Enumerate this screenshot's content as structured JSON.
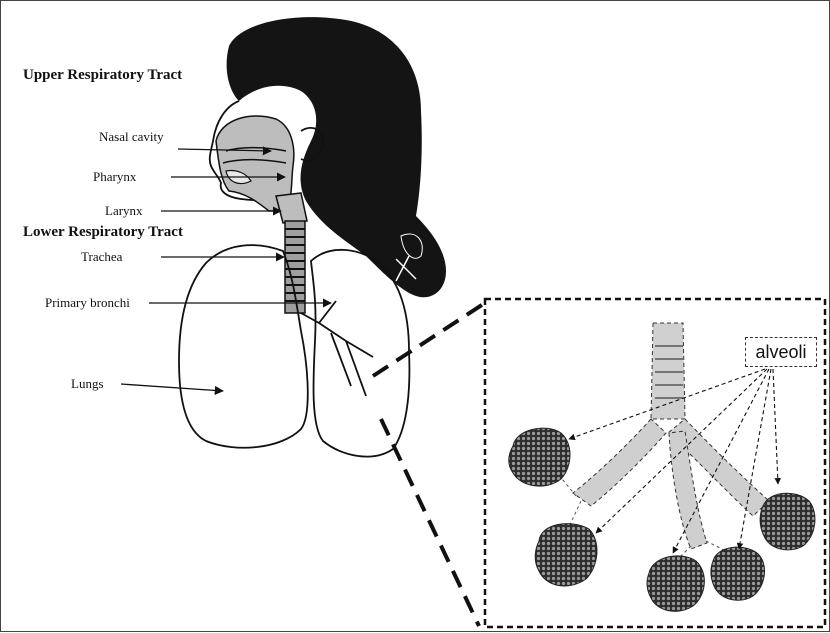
{
  "headings": {
    "upper": "Upper Respiratory Tract",
    "lower": "Lower Respiratory Tract"
  },
  "parts": {
    "nasal_cavity": "Nasal cavity",
    "pharynx": "Pharynx",
    "larynx": "Larynx",
    "trachea": "Trachea",
    "primary_bronchi": "Primary bronchi",
    "lungs": "Lungs"
  },
  "inset": {
    "alveoli_label": "alveoli"
  },
  "colors": {
    "ink": "#111111",
    "tissue": "#bdbdbd",
    "hair": "#141414",
    "alveoli": "#555555"
  }
}
